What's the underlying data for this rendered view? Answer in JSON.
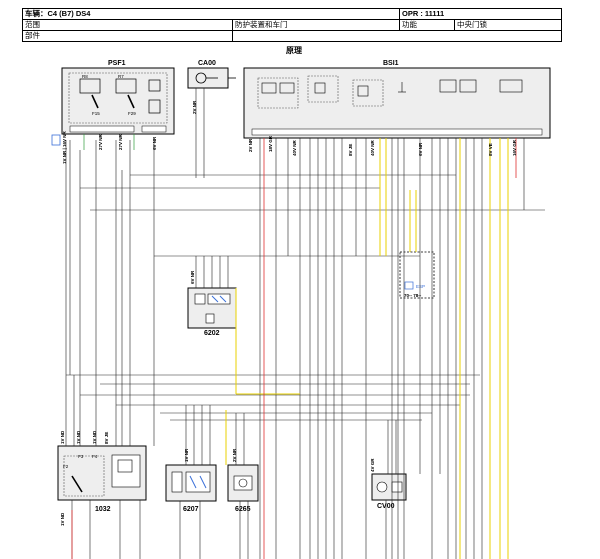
{
  "header": {
    "vehicle": "车辆：C4 (B7) DS4",
    "opr": "OPR : 11111",
    "scope_label": "范围",
    "scope_value": "防护装置和车门",
    "function_label": "功能",
    "function_value": "中央门锁",
    "component_label": "部件"
  },
  "diagram": {
    "title": "原理",
    "components": {
      "psf1": "PSF1",
      "ca00": "CA00",
      "bsi1": "BSI1",
      "c6202": "6202",
      "c1032": "1032",
      "c6207": "6207",
      "c6265": "6265",
      "cv00": "CV00",
      "esp": "ESP",
      "esp_pins": "70-- 78--"
    },
    "fuses": {
      "r8": "R8",
      "f15": "F15",
      "r7": "R7",
      "f29": "F29",
      "f2": "F2",
      "f3": "F3",
      "f4": "F4"
    },
    "connectors": {
      "c_27v_nr": "27V NR",
      "c_16v_nr": "1V NR | 16V NR",
      "c_6v_nr": "6V NR",
      "c_2v_nr": "2V NR",
      "c_2v_nr_b": "2V NR",
      "c_18v_gr": "18V GR",
      "c_40v_nr": "40V NR",
      "c_8v_je": "8V JE",
      "c_40v_nr_b": "40V NR",
      "c_6v_nr_b": "6V NR",
      "c_8v_vert": "8V VE",
      "c_16v_gr": "16V GR",
      "c_4v_gr": "4V GR",
      "c_1v_nd": "1V ND",
      "c_1v_nd_b": "1V ND",
      "c_1v_nd_c": "1V ND",
      "c_1v_nd_d": "1V ND",
      "c_8v_je_b": "8V JE",
      "c_6v_nr_c": "6V NR",
      "c_2v_nr_c": "2V NR",
      "c_mc": "1V NR"
    }
  },
  "colors": {
    "wire_black": "#222222",
    "wire_yellow": "#e8d200",
    "wire_red": "#e03030",
    "wire_green": "#2f9a3a",
    "wire_blue": "#3a6fd8",
    "component_fill": "#eeeeee"
  }
}
